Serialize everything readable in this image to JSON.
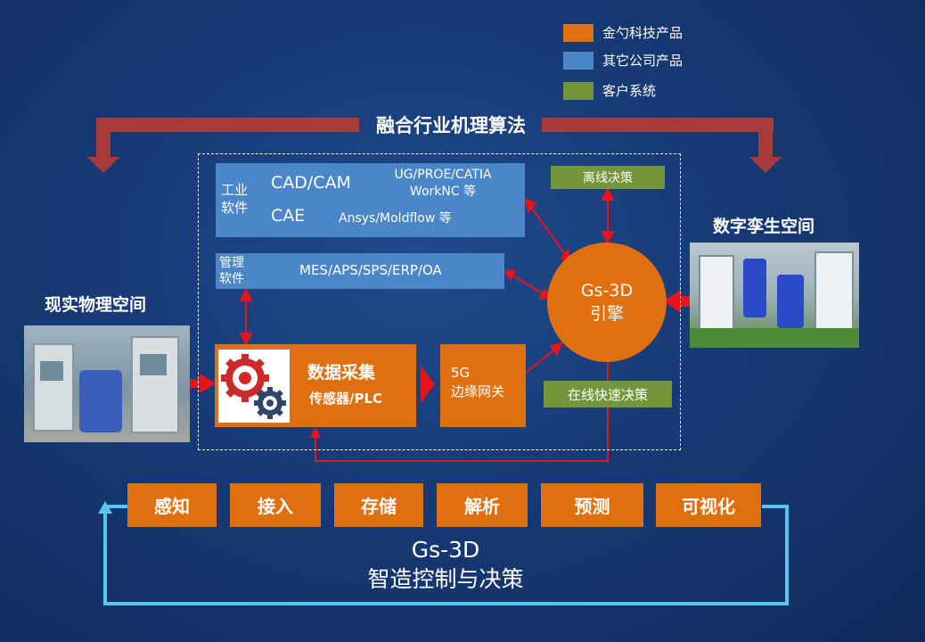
{
  "legend": [
    {
      "label": "金勺科技产品",
      "color": "#e0700f"
    },
    {
      "label": "其它公司产品",
      "color": "#4a86c8"
    },
    {
      "label": "客户系统",
      "color": "#74963b"
    }
  ],
  "top_arrow_label": "融合行业机理算法",
  "industrial_software": {
    "label_line1": "工业",
    "label_line2": "软件",
    "cad_cam": "CAD/CAM",
    "cad_cam_products_line1": "UG/PROE/CATIA",
    "cad_cam_products_line2": "WorkNC 等",
    "cae": "CAE",
    "cae_products": "Ansys/Moldflow 等"
  },
  "management_software": {
    "label_line1": "管理",
    "label_line2": "软件",
    "products": "MES/APS/SPS/ERP/OA"
  },
  "offline_decision": "离线决策",
  "online_decision": "在线快速决策",
  "engine": {
    "line1": "Gs-3D",
    "line2": "引擎"
  },
  "data_collection": {
    "title": "数据采集",
    "subtitle": "传感器/PLC"
  },
  "edge_gateway": {
    "line1": "5G",
    "line2": "边缘网关"
  },
  "physical_space_label": "现实物理空间",
  "digital_twin_label": "数字孪生空间",
  "steps": [
    "感知",
    "接入",
    "存储",
    "解析",
    "预测",
    "可视化"
  ],
  "bottom_title": {
    "line1": "Gs-3D",
    "line2": "智造控制与决策"
  }
}
